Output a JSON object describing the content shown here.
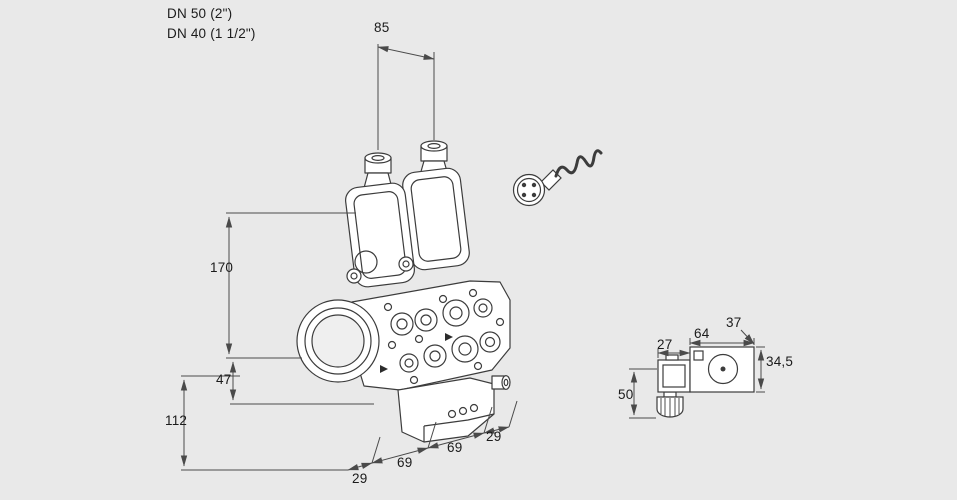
{
  "colors": {
    "background": "#e9e9e9",
    "drawing_line": "#3c3c3c",
    "dimension_line": "#4a4a4a",
    "text": "#1b1b1b",
    "fill": "#ffffff"
  },
  "labels": {
    "size_primary": "DN 50 (2\")",
    "size_secondary": "DN 40 (1 1/2\")"
  },
  "dimensions": {
    "actuator_spacing": "85",
    "height_axis_to_top": "170",
    "axis_to_housing_bottom": "47",
    "axis_to_base": "112",
    "bottom_chain": [
      "29",
      "69",
      "69",
      "29"
    ]
  },
  "side_view": {
    "plug_width": "27",
    "coil_length": "64",
    "coil_width": "37",
    "coil_height": "34,5",
    "height_below_axis": "50"
  }
}
